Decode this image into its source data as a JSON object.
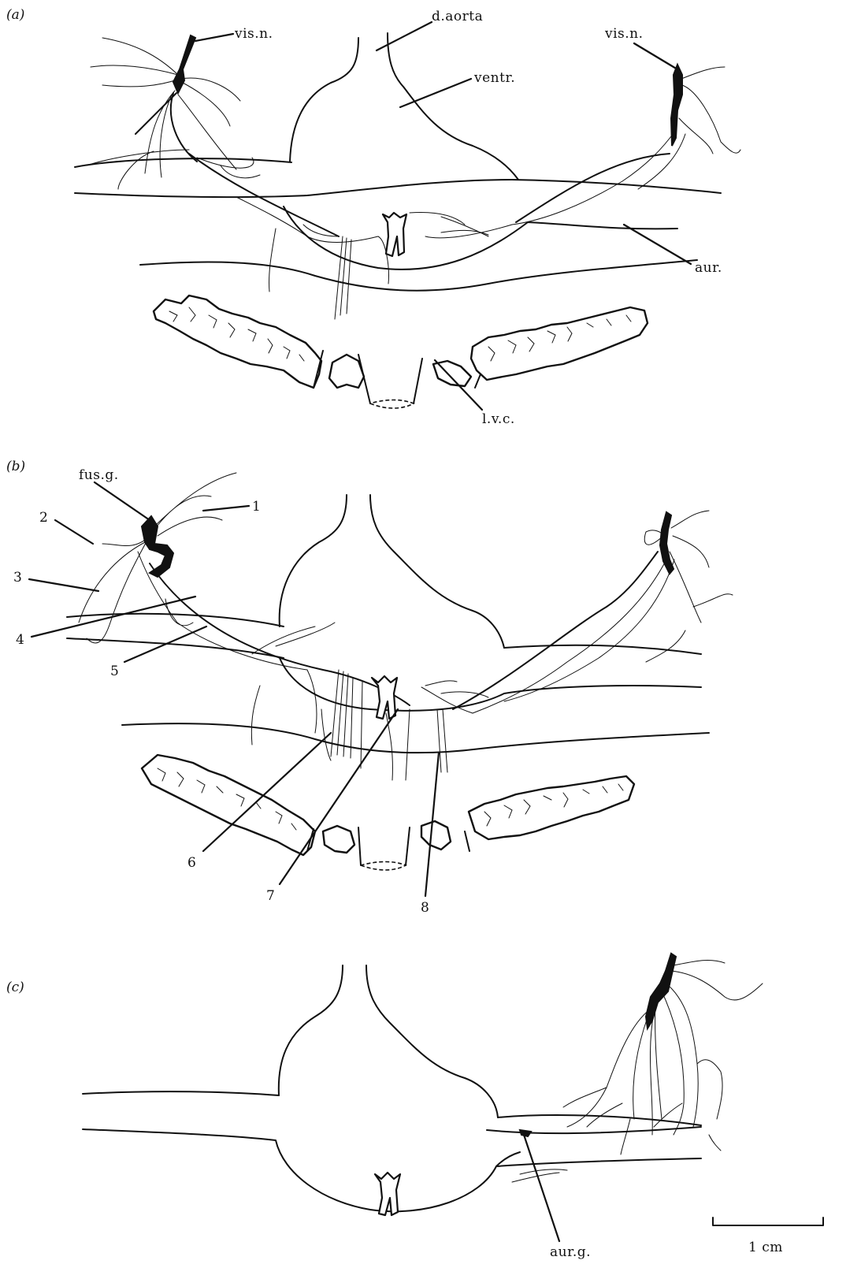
{
  "panels": [
    {
      "id": "a",
      "label": "(a)"
    },
    {
      "id": "b",
      "label": "(b)"
    },
    {
      "id": "c",
      "label": "(c)"
    }
  ],
  "labels": {
    "a_vis_n_left": "vis.n.",
    "a_d_aorta": "d.aorta",
    "a_vis_n_right": "vis.n.",
    "a_ventr": "ventr.",
    "a_aur": "aur.",
    "a_lvc": "l.v.c.",
    "b_fus_g": "fus.g.",
    "b_n1": "1",
    "b_n2": "2",
    "b_n3": "3",
    "b_n4": "4",
    "b_n5": "5",
    "b_n6": "6",
    "b_n7": "7",
    "b_n8": "8",
    "c_aur_g": "aur.g."
  },
  "scale_bar": {
    "label": "1 cm",
    "length_cm": 1
  }
}
